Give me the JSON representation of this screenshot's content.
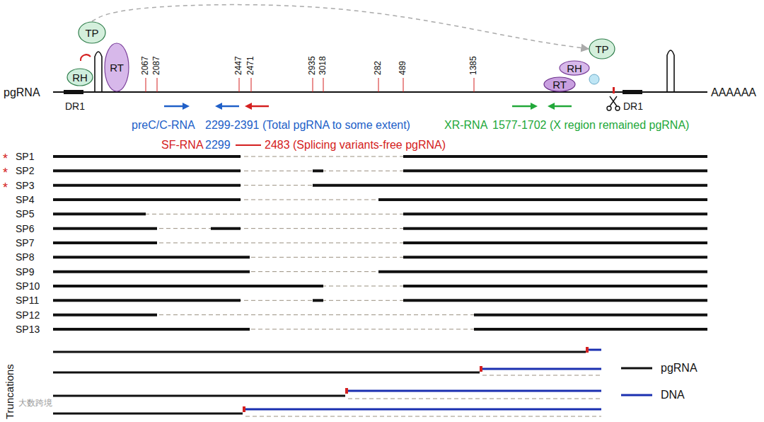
{
  "diagram": {
    "nodes": [
      {
        "text": [
          "TP"
        ]
      },
      {
        "text": [
          "RT"
        ]
      },
      {
        "text": [
          "RH"
        ]
      },
      {
        "text": [
          "TP"
        ]
      },
      {
        "text": [
          "RH"
        ]
      },
      {
        "text": [
          "RT"
        ]
      }
    ],
    "edges": [
      {
        "from": 0,
        "to": 3,
        "arrow": "to"
      }
    ],
    "labels": [
      "pgRNA",
      "DR1",
      "2067",
      "2087",
      "2447",
      "2471",
      "2935",
      "3018",
      "282",
      "489",
      "1385",
      "AAAAAA",
      "DR1",
      "preC/C-RNA",
      "2299-2391 (Total pgRNA to some extent)",
      "SF-RNA",
      "2299",
      "2483 (Splicing variants-free pgRNA)",
      "XR-RNA",
      "1577-1702 (X region remained pgRNA)",
      "*",
      "SP1",
      "*",
      "SP2",
      "*",
      "SP3",
      "SP4",
      "SP5",
      "SP6",
      "SP7",
      "SP8",
      "SP9",
      "SP10",
      "SP11",
      "SP12",
      "SP13",
      "Truncations",
      "大数跨境"
    ],
    "legend": [
      {
        "text": "pgRNA"
      },
      {
        "text": "DNA"
      }
    ]
  }
}
